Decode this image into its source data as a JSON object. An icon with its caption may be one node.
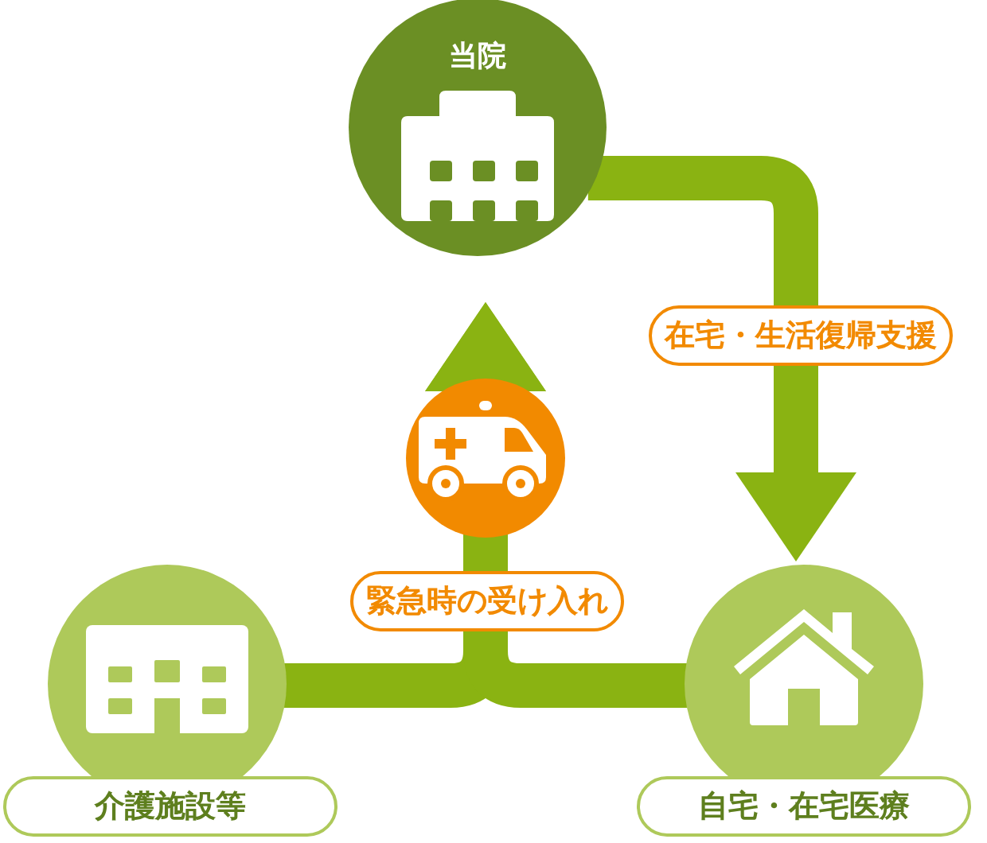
{
  "diagram": {
    "nodes": [
      {
        "text": [
          "当院"
        ]
      },
      {
        "text": [
          "介護施設等"
        ]
      },
      {
        "text": [
          "自宅・在宅医療"
        ]
      }
    ],
    "edges": [
      {
        "from": 0,
        "to": 2,
        "arrow": "to",
        "label": "在宅・生活復帰支援"
      },
      {
        "from": 1,
        "to": 0,
        "arrow": "to",
        "label": "緊急時の受け入れ"
      },
      {
        "from": 2,
        "to": 0,
        "arrow": "to"
      }
    ]
  }
}
